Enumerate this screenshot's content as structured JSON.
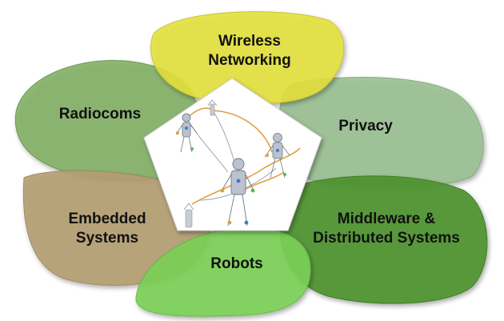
{
  "petals": {
    "wireless": {
      "label": "Wireless\nNetworking",
      "color": "#e4e13c"
    },
    "radiocoms": {
      "label": "Radiocoms",
      "color": "#7fae60"
    },
    "privacy": {
      "label": "Privacy",
      "color": "#97be8e"
    },
    "embedded": {
      "label": "Embedded\nSystems",
      "color": "#b59f72"
    },
    "middleware": {
      "label": "Middleware &\nDistributed Systems",
      "color": "#4e9430"
    },
    "robots": {
      "label": "Robots",
      "color": "#7cd056"
    }
  },
  "center": {
    "background": "#ffffff",
    "figure_color": "#9aa6b4",
    "trajectory_color": "#e0a040"
  }
}
